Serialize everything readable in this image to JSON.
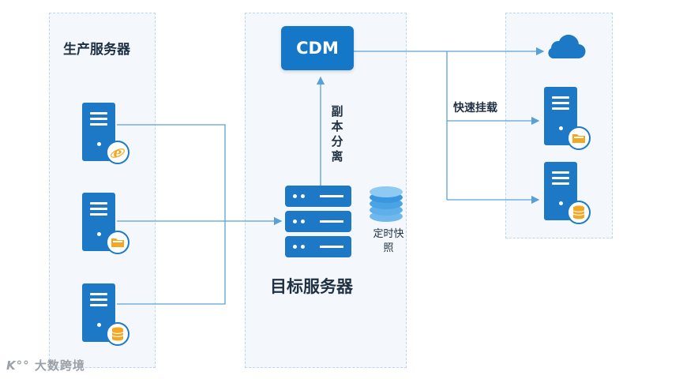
{
  "diagram": {
    "production_title": "生产服务器",
    "target_title": "目标服务器",
    "cdm_label": "CDM",
    "replica_label": "副本分离",
    "snapshot_label": "定时快照",
    "mount_label": "快速挂载"
  },
  "icons": {
    "prod1_badge": "ie-browser-icon",
    "prod2_badge": "folder-icon",
    "prod3_badge": "database-icon",
    "mount1_badge": "folder-icon",
    "mount2_badge": "database-icon",
    "cloud": "cloud-icon",
    "snapshot": "disk-stack-icon"
  },
  "colors": {
    "primary": "#1577c8",
    "server": "#1d79c6",
    "line": "#5aa0d8",
    "panel_bg": "#f4f8fc",
    "accent_orange": "#f5a623"
  },
  "watermark": "大数跨境"
}
